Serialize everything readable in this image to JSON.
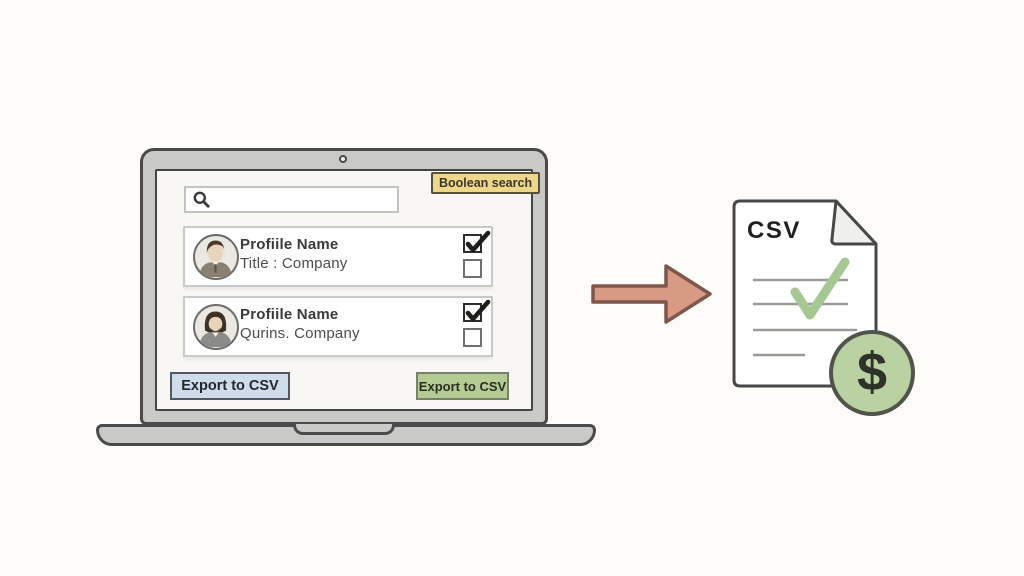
{
  "laptop": {
    "boolean_badge_label": "Boolean search",
    "search": {
      "value": "",
      "placeholder": ""
    },
    "profiles": [
      {
        "name": "Profiile Name",
        "subtitle": "Title : Company",
        "checkbox_checked": true,
        "checkbox_unchecked": false
      },
      {
        "name": "Profiile Name",
        "subtitle": "Qurins. Company",
        "checkbox_checked": true,
        "checkbox_unchecked": false
      }
    ],
    "export_button_left": "Export to CSV",
    "export_button_right": "Export to CSV"
  },
  "document": {
    "file_type_label": "CSV",
    "currency_symbol": "$"
  },
  "colors": {
    "badge_bg": "#eed789",
    "button_left_bg": "#cedcec",
    "button_right_bg": "#b5cb94",
    "arrow_fill": "#d79b84",
    "check_green": "#a5c791",
    "coin_bg": "#bad2a2",
    "laptop_gray": "#c9c9c7"
  }
}
